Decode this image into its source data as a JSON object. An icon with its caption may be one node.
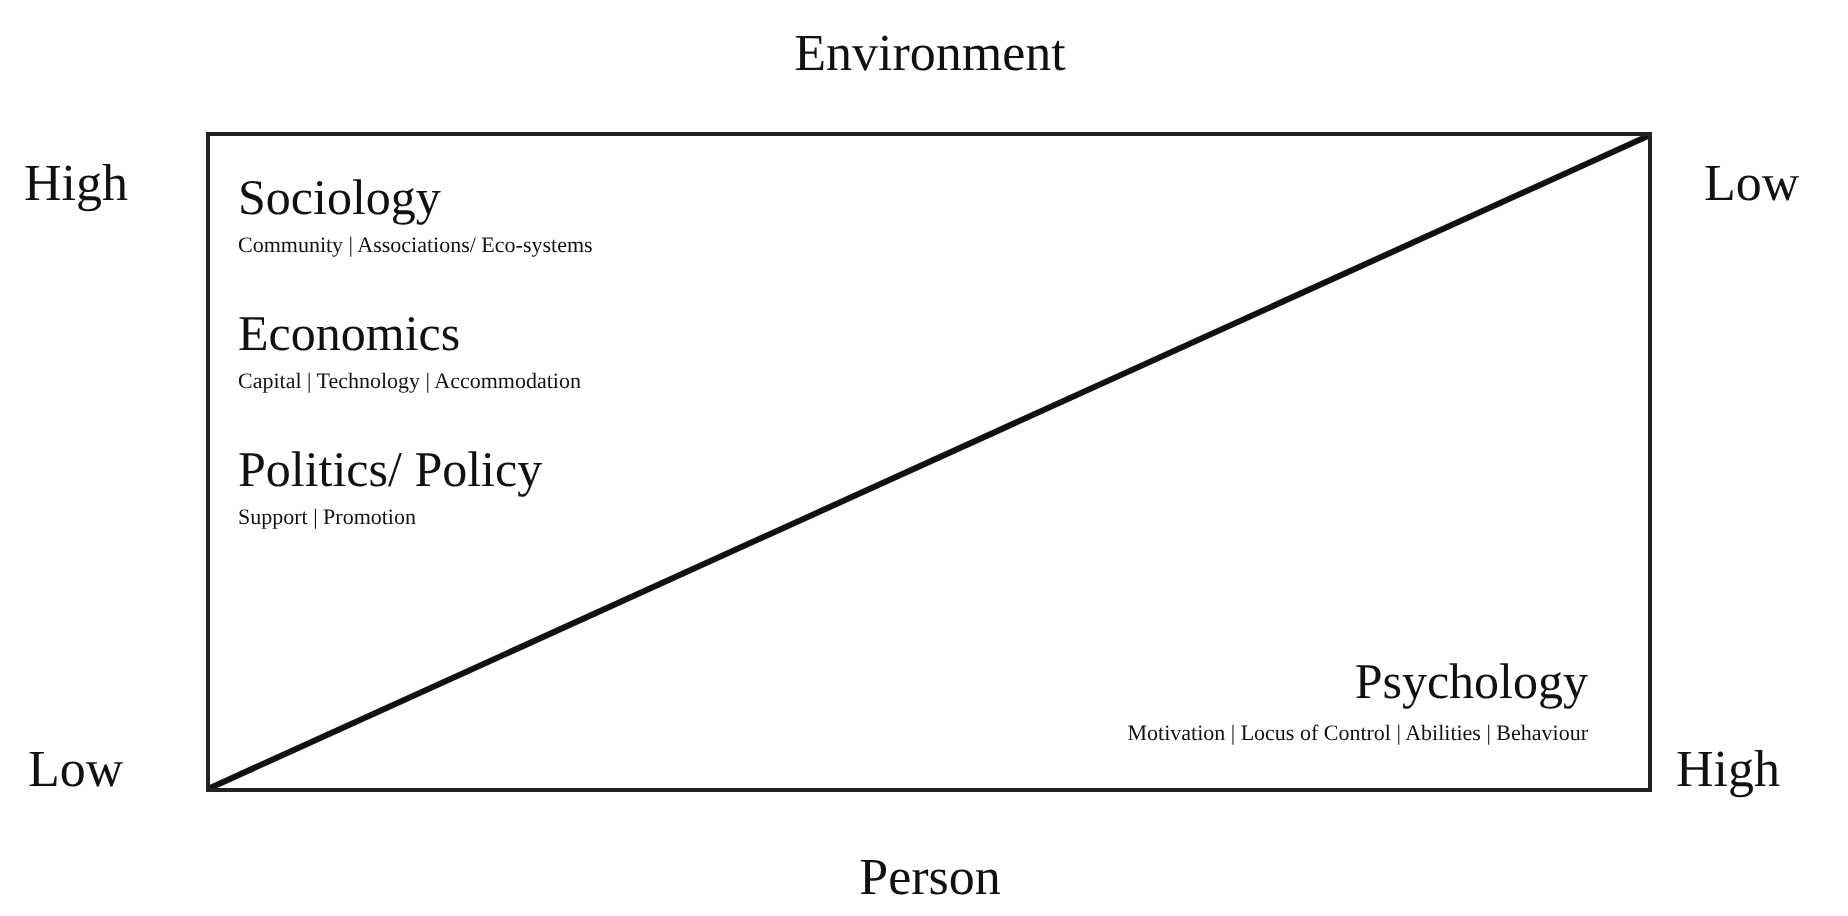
{
  "diagram": {
    "nodes": [
      {
        "text": [
          "Sociology",
          "Community | Associations/ Eco-systems",
          "Economics",
          "Capital | Technology | Accommodation",
          "Politics/ Policy",
          "Support | Promotion",
          "Psychology",
          "Motivation | Locus of Control | Abilities | Behaviour"
        ]
      }
    ],
    "labels": [
      "Environment",
      "High",
      "Low",
      "Low",
      "High",
      "Person"
    ]
  }
}
